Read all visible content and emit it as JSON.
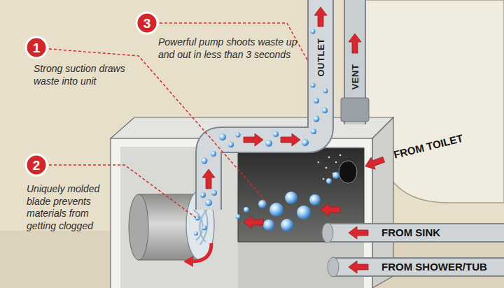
{
  "diagram": {
    "nodes": [
      {
        "text": [
          "1"
        ]
      },
      {
        "text": [
          "2"
        ]
      },
      {
        "text": [
          "3"
        ]
      }
    ],
    "labels": [
      "Powerful pump shoots waste up and out in less than 3 seconds",
      "OUTLET",
      "VENT",
      "Strong suction draws waste into unit",
      "FROM TOILET",
      "Uniquely molded blade prevents materials from getting clogged",
      "FROM SINK",
      "FROM SHOWER/TUB"
    ]
  }
}
